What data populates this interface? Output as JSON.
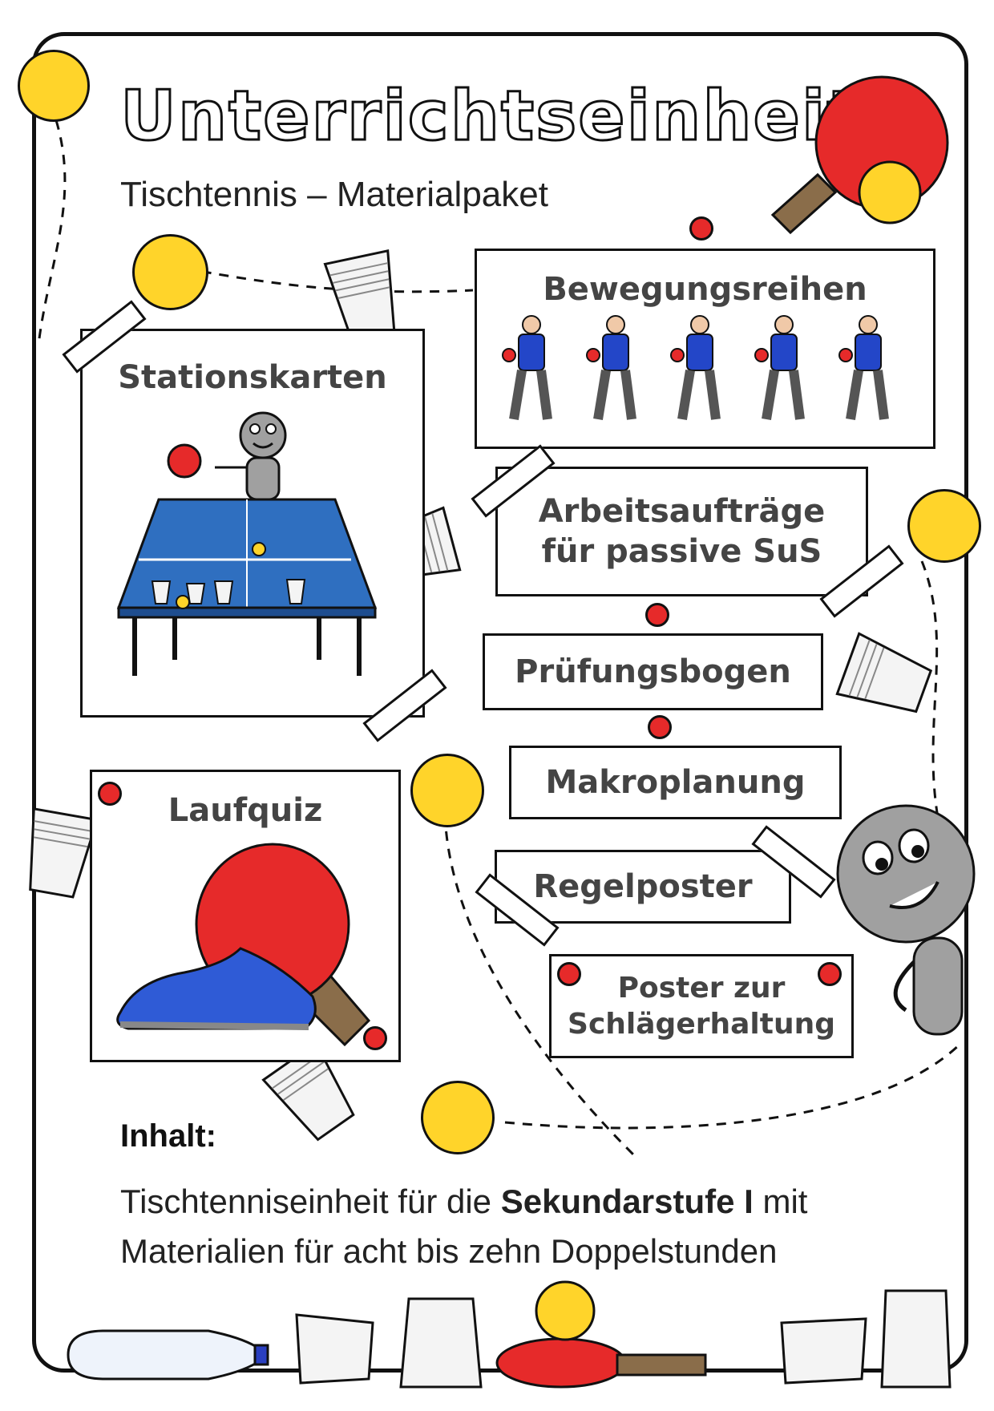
{
  "header": {
    "title": "Unterrichtseinheit",
    "subtitle": "Tischtennis – Materialpaket"
  },
  "cards": {
    "stationskarten": "Stationskarten",
    "bewegungsreihen": "Bewegungsreihen",
    "laufquiz": "Laufquiz"
  },
  "labels": {
    "arbeitsauftraege": "Arbeitsaufträge für passive SuS",
    "pruefungsbogen": "Prüfungsbogen",
    "makroplanung": "Makroplanung",
    "regelposter": "Regelposter",
    "poster_schlaegerhaltung": "Poster zur Schlägerhaltung"
  },
  "content": {
    "heading": "Inhalt:",
    "line_prefix": "Tischtenniseinheit für die ",
    "line_bold": "Sekundarstufe I",
    "line_suffix": " mit Materialien für acht bis zehn Doppelstunden"
  },
  "colors": {
    "ball": "#ffd42a",
    "paddle": "#e62a2a",
    "table": "#2f6fc0",
    "shirt": "#2346c8",
    "outline": "#111111"
  },
  "icons": [
    "ping-pong-ball-icon",
    "paddle-icon",
    "cup-icon",
    "pushpin-icon",
    "table-tennis-table-icon",
    "mascot-icon",
    "shoe-icon",
    "bottle-icon",
    "player-icon"
  ]
}
